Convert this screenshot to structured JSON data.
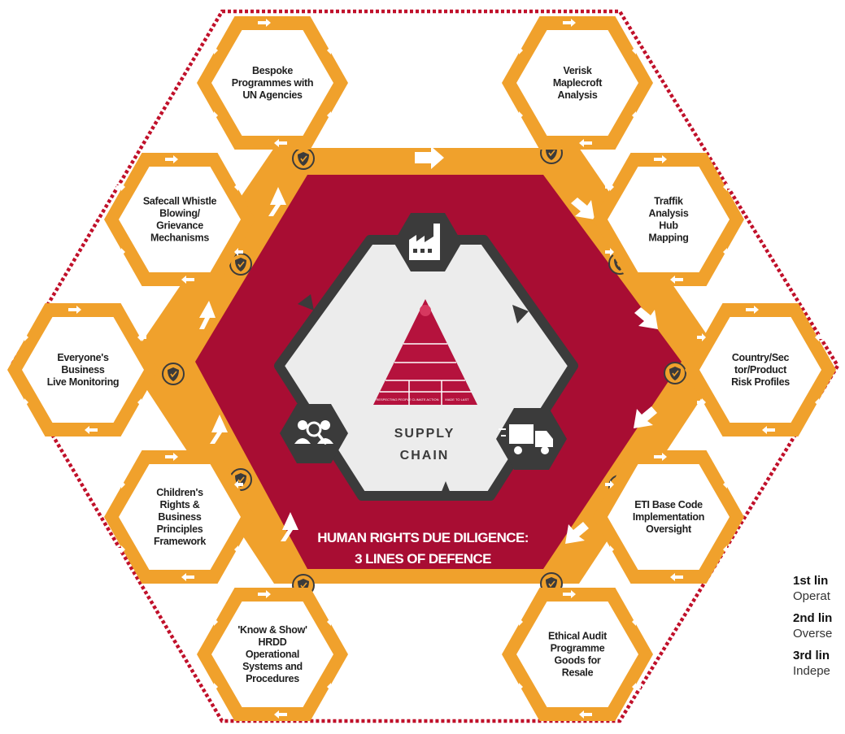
{
  "center": {
    "title_lines": [
      "HUMAN RIGHTS DUE DILIGENCE:",
      "3 LINES OF DEFENCE"
    ],
    "cycle_label_lines": [
      "SUPPLY",
      "CHAIN"
    ],
    "cycle_icons": [
      "factory-icon",
      "delivery-truck-icon",
      "people-search-icon"
    ],
    "pyramid_labels": [
      "RESPECTING PEOPLE",
      "CLIMATE ACTION",
      "MADE TO LAST"
    ]
  },
  "satellites": [
    {
      "id": "bespoke",
      "lines": [
        "Bespoke",
        "Programmes with",
        "UN Agencies"
      ]
    },
    {
      "id": "verisk",
      "lines": [
        "Verisk",
        "Maplecroft",
        "Analysis"
      ]
    },
    {
      "id": "safecall",
      "lines": [
        "Safecall Whistle",
        "Blowing/",
        "Grievance",
        "Mechanisms"
      ]
    },
    {
      "id": "traffik",
      "lines": [
        "Traffik",
        "Analysis",
        "Hub",
        "Mapping"
      ]
    },
    {
      "id": "everyone",
      "lines": [
        "Everyone's",
        "Business",
        "Live Monitoring"
      ]
    },
    {
      "id": "country",
      "lines": [
        "Country/Sec",
        "tor/Product",
        "Risk Profiles"
      ]
    },
    {
      "id": "children",
      "lines": [
        "Children's",
        "Rights &",
        "Business",
        "Principles",
        "Framework"
      ]
    },
    {
      "id": "eti",
      "lines": [
        "ETI Base Code",
        "Implementation",
        "Oversight"
      ]
    },
    {
      "id": "knowshow",
      "lines": [
        "'Know & Show'",
        "HRDD",
        "Operational",
        "Systems and",
        "Procedures"
      ]
    },
    {
      "id": "ethical",
      "lines": [
        "Ethical Audit",
        "Programme",
        "Goods for",
        "Resale"
      ]
    }
  ],
  "legend": [
    {
      "title": "1st lin",
      "subtitle": "Operat"
    },
    {
      "title": "2nd lin",
      "subtitle": "Overse"
    },
    {
      "title": "3rd lin",
      "subtitle": "Indepe"
    }
  ],
  "colors": {
    "orange": "#f0a12c",
    "crimson": "#a80d33",
    "dark_gray": "#3b3b3b",
    "cycle_fill": "#ececec",
    "white_arrow": "#ffffff",
    "dotted_border": "#c0102a",
    "shield": "#3b3b3b"
  }
}
